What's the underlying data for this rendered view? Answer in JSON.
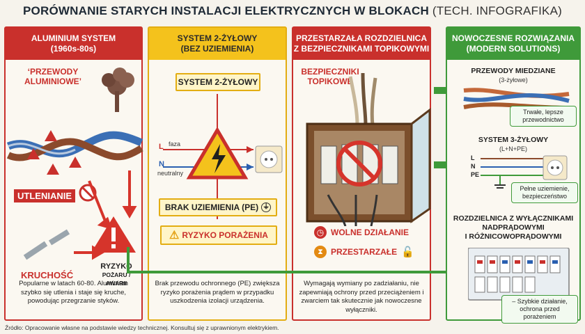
{
  "title": {
    "main": "PORÓWNANIE STARYCH INSTALACJI ELEKTRYCZNYCH W BLOKACH",
    "sub": "(TECH. INFOGRAFIKA)"
  },
  "p1": {
    "h1": "ALUMINIUM SYSTEM",
    "h2": "(1960s-80s)",
    "wires": "‘PRZEWODY ALUMINIOWE’",
    "oxidation": "UTLENIANIE",
    "brittle": "KRUCHOŚĆ",
    "risk1": "RYZYKO",
    "risk2": "POŻARU / AWARII",
    "footer": "Popularne w latach 60-80. Aluminium szybko się utlenia i staje się kruche, powodując przegrzanie styków."
  },
  "p2": {
    "h1": "SYSTEM 2-ŻYŁOWY",
    "h2": "(BEZ UZIEMIENIA)",
    "system": "SYSTEM 2-ŻYŁOWY",
    "L": "L",
    "faza": "faza",
    "N": "N",
    "neutral": "neutralny",
    "nope": "BRAK UZIEMIENIA (PE)",
    "shock": "RYZYKO PORAŻENIA",
    "footer": "Brak przewodu ochronnego (PE) zwiększa ryzyko porażenia prądem w przypadku uszkodzenia izolacji urządzenia."
  },
  "p3": {
    "h1": "PRZESTARZAŁA ROZDZIELNICA",
    "h2": "Z BEZPIECZNIKAMI TOPIKOWYMI",
    "fuses": "BEZPIECZNIKI TOPIKOWE",
    "slow": "WOLNE DZIAŁANIE",
    "old": "PRZESTARZAŁE",
    "footer": "Wymagają wymiany po zadziałaniu, nie zapewniają ochrony przed przeciążeniem i zwarciem tak skutecznie jak nowoczesne wyłączniki."
  },
  "p4": {
    "h1": "NOWOCZESNE ROZWIĄZANIA",
    "h2": "(MODERN SOLUTIONS)",
    "copper": "PRZEWODY MIEDZIANE",
    "copper_sub": "(3-żyłowe)",
    "copper_note": "Trwałe, lepsze przewodnictwo",
    "three": "SYSTEM 3-ŻYŁOWY",
    "three_sub": "(L+N+PE)",
    "L": "L",
    "N": "N",
    "PE": "PE",
    "three_note": "Pełne uziemienie, bezpieczeństwo",
    "board1": "ROZDZIELNICA Z WYŁĄCZNIKAMI",
    "board2": "NADPRĄDOWYMI",
    "board3": "I RÓŻNICOWOPRĄDOWYMI",
    "board_note": "– Szybkie działanie, ochrona przed porażeniem"
  },
  "source": "Źródło: Opracowanie własne na podstawie wiedzy technicznej. Konsultuj się z uprawnionym elektrykiem."
}
